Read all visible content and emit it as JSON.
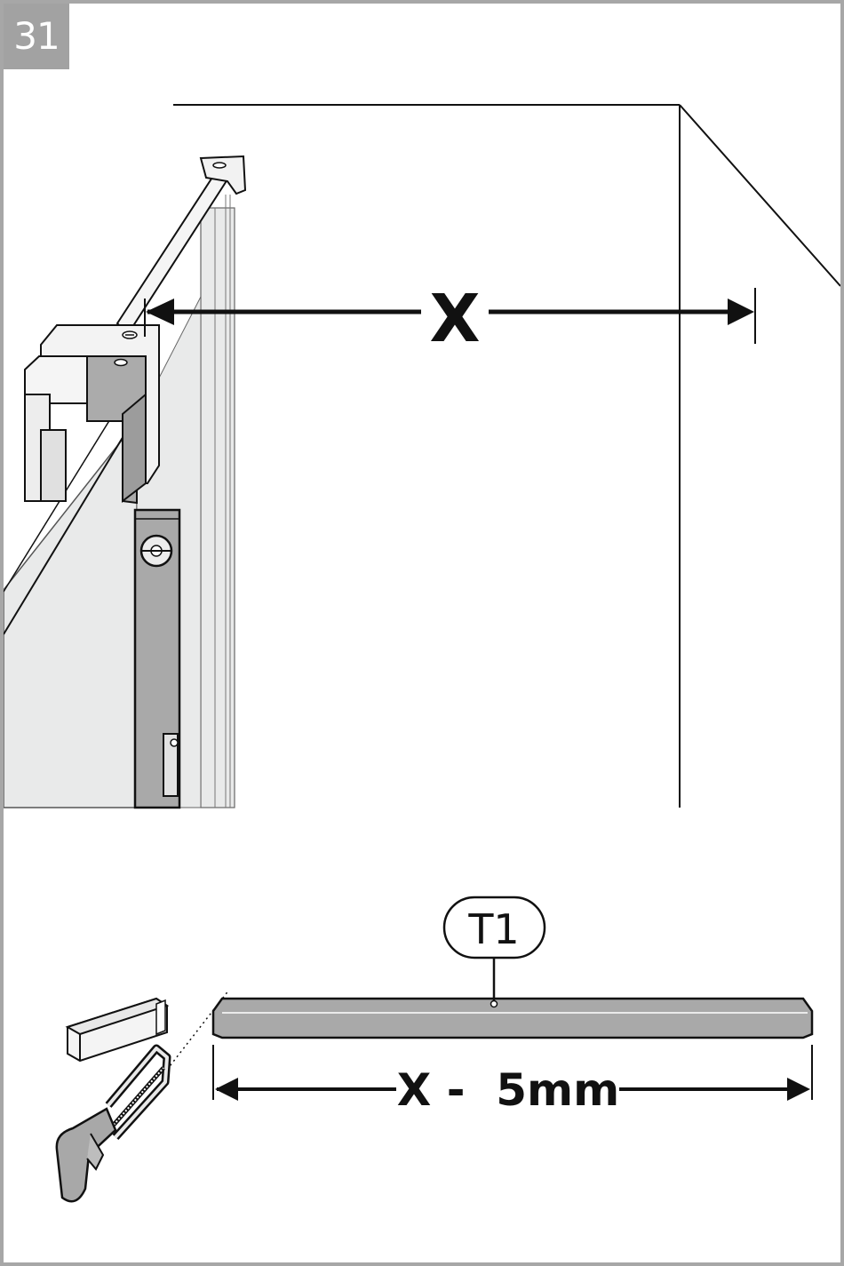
{
  "step_number": "31",
  "top_measure": {
    "label": "X"
  },
  "bottom_measure": {
    "label": "X -  5mm"
  },
  "part_callout": {
    "label": "T1"
  },
  "colors": {
    "frame": "#a7a7a7",
    "badge": "#a2a2a2",
    "glass": "#e9eaea",
    "profile": "#a8a8a8",
    "line": "#111111"
  }
}
